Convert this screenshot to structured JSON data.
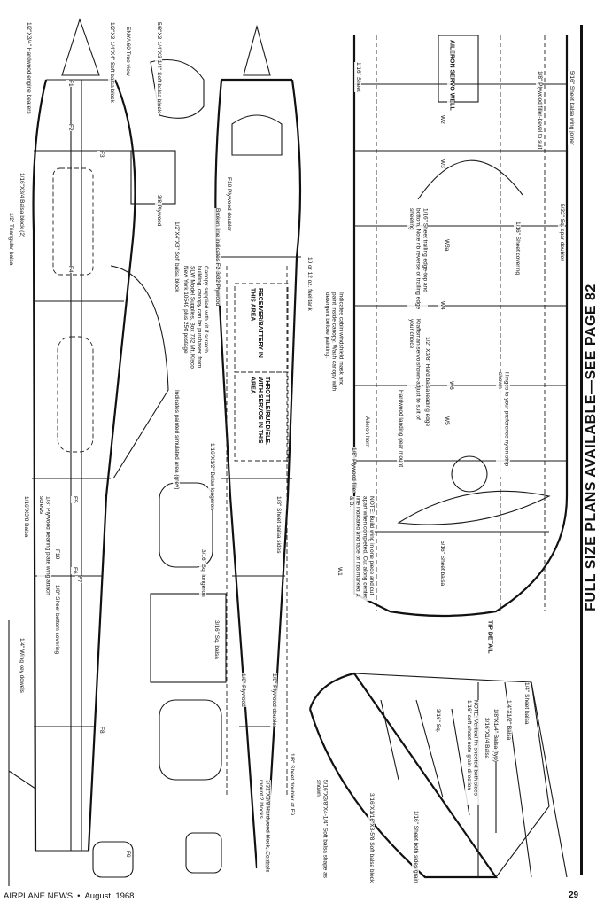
{
  "headline": "FULL SIZE PLANS AVAILABLE—SEE PAGE 82",
  "footer": {
    "magazine": "AIRPLANE NEWS",
    "separator": "•",
    "date": "August, 1968",
    "page_number": "29"
  },
  "boxes": {
    "aileron_servo": "AILERON SERVO WELL",
    "receiver": "RECEIVER/BATTERY IN THIS AREA",
    "throttle": "THROTTLE/RUDD/ELE. WITH SERVOS IN THIS AREA",
    "tip_detail": "TIP DETAIL"
  },
  "labels": [
    "5/8\"X3-1/4\"X3-1/4\" Soft balsa block",
    "1/2\"X3/4\" Hardwood engine bearers",
    "ENYA 60 True view",
    "1/2\"X3-1/4\"X4\" Soft balsa block",
    "F1",
    "F2",
    "F3",
    "F4",
    "F5",
    "F6",
    "F7",
    "F8",
    "F9",
    "F10",
    "3/8 Plywood",
    "Broken line indicates F2 3/32 Plywood",
    "1/2\"X4\"X3\" Soft balsa block",
    "1/16\"X3/4 Balsa block (2)",
    "1/2\" Triangular balsa",
    "F10 Plywood doubler",
    "10 or 12 oz. fuel tank",
    "Canopy supplied with kit if scratch building, canopy can be purchased from SLW Model Supplies, Box 732 Mt. Kisco, New York 10549 plus 25¢ postage",
    "Indicates cabin windshield mask and paint inside canopy. Wash canopy with detergent before painting.",
    "Indicates painted simulated area (grey)",
    "1/16\"X1/2\" Balsa longeron",
    "1/8\" Plywood",
    "3/16\" Sq. longeron",
    "3/16\" Sq. balsa",
    "1/8\" Sheet balsa sides",
    "1/8\" Sheet doubler at F9",
    "1/8\" Plywood doubler",
    "3/32\"X3/8 Hardwood block, Controls mount 2 blocks",
    "1/8\" Plywood bearing plate wing attach screws",
    "1/16\"X3/8 Balsa",
    "1/8\" Sheet bottom covering",
    "1/4\" Wing key dowels",
    "5/16\" Sheet balsa wing joiner",
    "1/8\" Plywood filler-bevel to suit",
    "1/16\" Sheet",
    "1/16\" Sheet trailing edge-top and bottom. Note rib reverse of trailing edge sheeting",
    "Hardwood landing gear mount",
    "1/2\" X3/8\" Hard balsa leading edge",
    "1/16\" Sheet covering",
    "5/32\" Sq. spar doubler",
    "Kraftsman servo shown-adjust to suit of your choice",
    "Hinges to your preference nylon strip shown",
    "Aileron horn",
    "1/8\" Plywood filler",
    "NOTE: Build wing in one piece and cut apart when completed. Cut along center line indicated and face of ribs marked X & B.",
    "W1",
    "W2",
    "W3",
    "W3a",
    "W4",
    "W5",
    "W6",
    "5/16\" Sheet balsa",
    "1/4\" Sheet balsa",
    "1/4\"X1/2\" Balsa",
    "1/8\"X1/4\" Balsa (typ)",
    "3/16\"X1/4 Balsa",
    "NOTE: Vertical fin sheeted both sides 1/16\" soft sheet note grain direction",
    "3/16\" Sq.",
    "1/16\" Sheet both sides grain",
    "3/16\"X1/16\"X3-5/8 Soft balsa block",
    "5/16\"X3/8\"X4-1/4\" Soft balsa shape as shown"
  ]
}
